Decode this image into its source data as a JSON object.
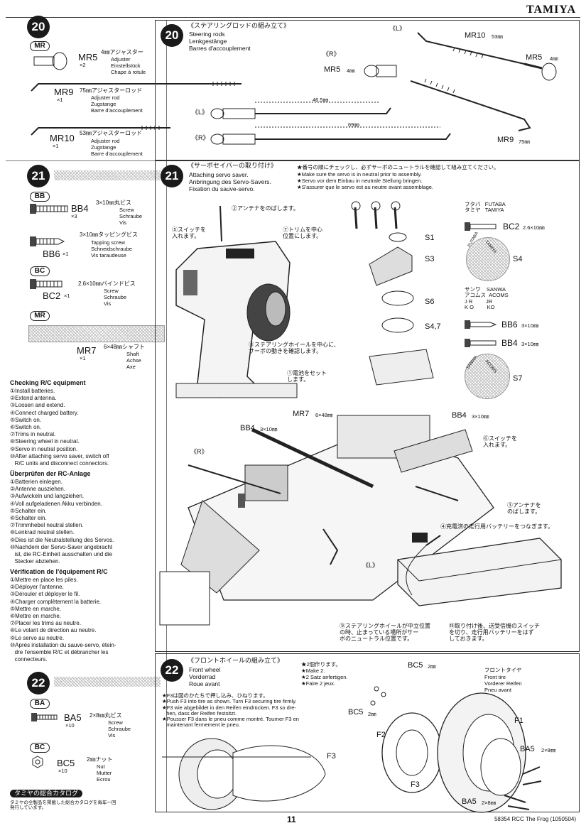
{
  "header": {
    "brand": "TAMIYA",
    "page": "11",
    "footer": "58354  RCC The Frog (1050504)"
  },
  "left": {
    "step20": {
      "num": "20",
      "bag": "MR",
      "mr5": {
        "code": "MR5",
        "qty": "×2",
        "jp": "4㎜アジャスター",
        "en": "Adjuster",
        "de": "Einstellstück",
        "fr": "Chape à rotule"
      },
      "mr9": {
        "code": "MR9",
        "qty": "×1",
        "jp": "75㎜アジャスターロッド",
        "en": "Adjuster rod",
        "de": "Zugstange",
        "fr": "Barre d'accouplement"
      },
      "mr10": {
        "code": "MR10",
        "qty": "×1",
        "jp": "53㎜アジャスターロッド",
        "en": "Adjuster rod",
        "de": "Zugstange",
        "fr": "Barre d'accouplement"
      }
    },
    "step21": {
      "num": "21",
      "bag_bb": "BB",
      "bb4": {
        "code": "BB4",
        "qty": "×3",
        "jp": "3×10㎜丸ビス",
        "en": "Screw",
        "de": "Schraube",
        "fr": "Vis"
      },
      "bb6": {
        "code": "BB6",
        "qty": "×1",
        "jp": "3×10㎜タッピングビス",
        "en": "Tapping screw",
        "de": "Schneidschraube",
        "fr": "Vis taraudeuse"
      },
      "bag_bc": "BC",
      "bc2": {
        "code": "BC2",
        "qty": "×1",
        "jp": "2.6×10㎜バインドビス",
        "en": "Screw",
        "de": "Schraube",
        "fr": "Vis"
      },
      "bag_mr": "MR",
      "mr7": {
        "code": "MR7",
        "qty": "×1",
        "jp": "6×48㎜シャフト",
        "en": "Shaft",
        "de": "Achse",
        "fr": "Axe"
      }
    },
    "checking_en": {
      "title": "Checking R/C equipment",
      "items": "①Install batteries.\n②Extend antenna.\n③Loosen and extend.\n④Connect charged battery.\n⑤Switch on.\n⑥Switch on.\n⑦Trims in neutral.\n⑧Steering wheel in neutral.\n⑨Servo in neutral position.\n⑩After attaching servo saver, switch off\n   R/C units and disconnect connectors."
    },
    "checking_de": {
      "title": "Überprüfen der RC-Anlage",
      "items": "①Batterien einlegen.\n②Antenne ausziehen.\n③Aufwickeln und langziehen.\n④Voll aufgeladenen Akku verbinden.\n⑤Schalter ein.\n⑥Schalter ein.\n⑦Trimmhebel neutral stellen.\n⑧Lenkrad neutral stellen.\n⑨Dies ist die Neutralstellung des Servos.\n⑩Nachdem der Servo-Saver angebracht\n   ist, die RC-Einheit ausschalten und die\n   Stecker abziehen."
    },
    "checking_fr": {
      "title": "Vérification de l'équipement R/C",
      "items": "①Mettre en place les piles.\n②Déployer l'antenne.\n③Dérouler et déployer le fil.\n④Charger complètement la batterie.\n⑤Mettre en marche.\n⑥Mettre en marche.\n⑦Placer les trims au neutre.\n⑧Le volant de direction au neutre.\n⑨Le servo au neutre.\n⑩Après installation du sauve-servo, étein-\n   dre l'ensemble R/C et débrancher les\n   connecteurs."
    },
    "step22": {
      "num": "22",
      "bag_ba": "BA",
      "ba5": {
        "code": "BA5",
        "qty": "×10",
        "jp": "2×8㎜丸ビス",
        "en": "Screw",
        "de": "Schraube",
        "fr": "Vis"
      },
      "bag_bc": "BC",
      "bc5": {
        "code": "BC5",
        "qty": "×10",
        "jp": "2㎜ナット",
        "en": "Nut",
        "de": "Mutter",
        "fr": "Ecrou"
      }
    },
    "catalog": {
      "title": "タミヤの総合カタログ",
      "text": "タミヤの全製品を掲載した総合カタログを毎年一回\n発行しています。"
    }
  },
  "panel20": {
    "num": "20",
    "jp": "《ステアリングロッドの組み立て》",
    "en": "Steering rods",
    "de": "Lenkgestänge",
    "fr": "Barres d'accouplement",
    "L": "《L》",
    "R": "《R》",
    "mr10": "MR10",
    "mr10_len": "53㎜",
    "mr5": "MR5",
    "mr5_size": "4㎜",
    "mr9": "MR9",
    "mr9_len": "75㎜",
    "dimL": "46.5㎜",
    "dimR": "69㎜"
  },
  "panel21": {
    "num": "21",
    "jp": "《サーボセイバーの取り付け》",
    "en": "Attaching servo saver.",
    "de": "Anbringung des Servo-Savers.",
    "fr": "Fixation du sauve-servo.",
    "note_jp": "★番号の順にチェックし、必ずサーボのニュートラルを確認して組み立てください。",
    "note_en": "★Make sure the servo is in neutral prior to assembly.",
    "note_de": "★Servo vor dem Einbau in neutrale Stellung bringen.",
    "note_fr": "★S'assurer que le servo est au neutre avant assemblage.",
    "c2": "②アンテナをのばします。",
    "c5": "⑤スイッチを\n入れます。",
    "c7": "⑦トリムを中心\n位置にします。",
    "c8": "⑧ステアリングホイールを中心に、\nサーボの動きを確認します。",
    "c1": "①電池をセット\nします。",
    "c6": "⑥スイッチを\n入れます。",
    "c3": "③アンテナを\nのばします。",
    "c4": "④充電済の走行用バッテリーをつなぎます。",
    "c9": "⑨ステアリングホイールが中立位置\nの時、止まっている場所がサー\nボのニュートラル位置です。",
    "c10": "⑩取り付け後、送受信機のスイッチ\nを切り、走行用バッテリーをはず\nしておきます。",
    "s1": "S1",
    "s3": "S3",
    "s4": "S4",
    "s6": "S6",
    "s47": "S4,7",
    "s7": "S7",
    "futaba": "フタバ   FUTABA\nタミヤ   TAMIYA",
    "sanwa": "サンワ    SANWA\nアコムス  ACOMS\nJ R         JR\nK O         KO",
    "bc2": "BC2",
    "bc2_size": "2.6×10㎜",
    "bb6": "BB6",
    "bb6_size": "3×10㎜",
    "bb4": "BB4",
    "bb4_size": "3×10㎜",
    "mr7": "MR7",
    "mr7_size": "6×48㎜",
    "bb4b": "BB4",
    "bb4b_size": "3×10㎜",
    "bb4c": "BB4",
    "bb4c_size": "3×10㎜",
    "R": "《R》",
    "L": "《L》",
    "disc_futaba": "FUTABA",
    "disc_tamiya": "TAMIYA",
    "disc_sanwa": "SANWA",
    "disc_acoms": "ACOMS"
  },
  "panel22": {
    "num": "22",
    "jp": "《フロントホイールの組み立て》",
    "en": "Front wheel",
    "de": "Vorderrad",
    "fr": "Roue avant",
    "make_jp": "★2個作ります。",
    "make_en": "★Make 2.",
    "make_de": "★2 Satz anfertigen.",
    "make_fr": "★Faire 2 jeux.",
    "note": "★F3は図のかたちで押し込み、ひねります。\n★Push F3 into tire as shown. Turn F3 securing tire firmly.\n★F3 wie abgebildet in den Reifen eindrücken. F3 so dre-\n   hen, dass der Reifen festsitzt.\n★Pousser F3 dans le pneu comme montré. Tourner F3 en\n   maintenant fermement le pneu.",
    "f3": "F3",
    "bc5": "BC5",
    "bc5_size": "2㎜",
    "f2": "F2",
    "f1": "F1",
    "ba5": "BA5",
    "ba5_size": "2×8㎜",
    "tire_jp": "フロントタイヤ",
    "tire_en": "Front tire",
    "tire_de": "Vorderer Reifen",
    "tire_fr": "Pneu avant"
  }
}
